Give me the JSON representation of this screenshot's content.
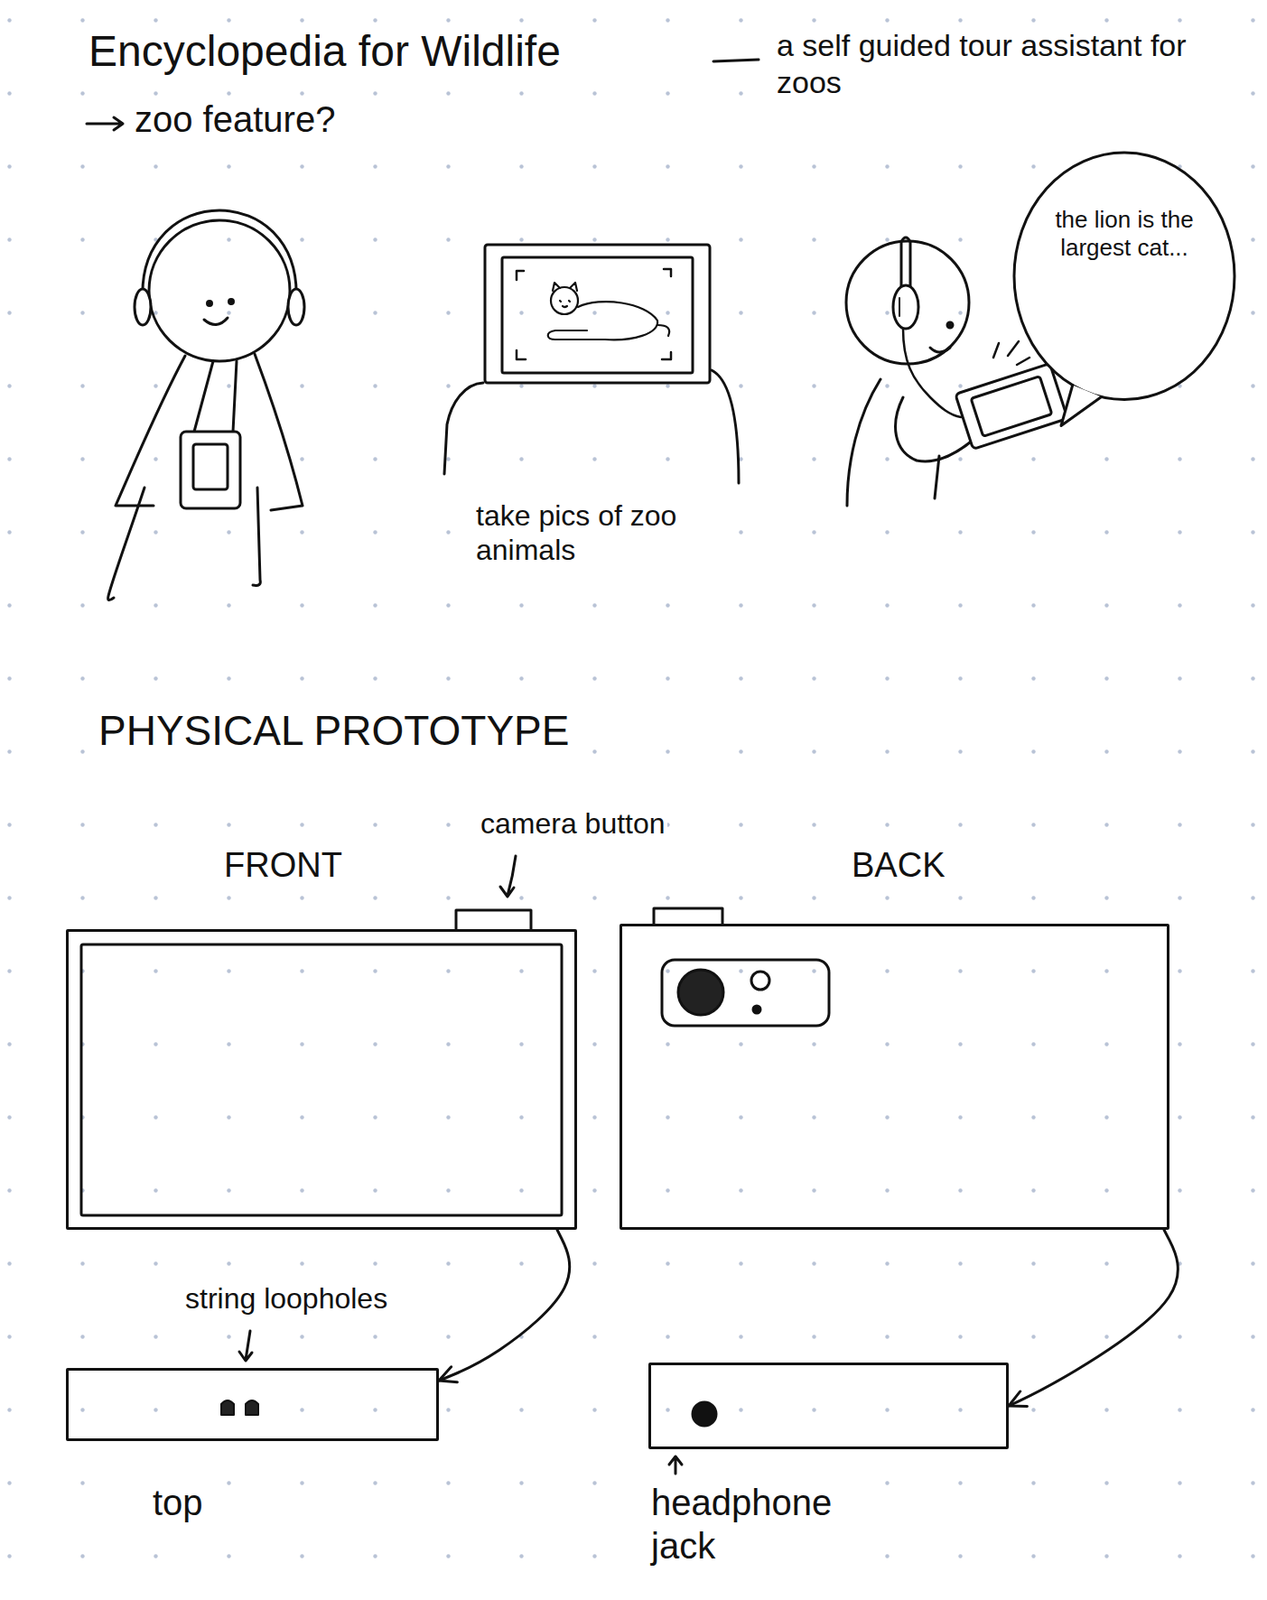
{
  "diagram": {
    "title": "Encyclopedia for Wildlife",
    "nodes": [
      {
        "text": [
          "the lion is the largest cat..."
        ]
      },
      {
        "text": [
          "FRONT"
        ]
      },
      {
        "text": [
          "BACK"
        ]
      },
      {
        "text": [
          "top"
        ]
      },
      {
        "text": [
          "headphone jack"
        ]
      }
    ],
    "edges": [
      {
        "from": 1,
        "to": 3,
        "arrow": "to"
      },
      {
        "from": 2,
        "to": 4,
        "arrow": "to"
      }
    ],
    "labels": [
      "a self guided tour assistant for zoos",
      "zoo feature?",
      "take pics of zoo animals",
      "PHYSICAL PROTOTYPE",
      "camera button",
      "string loopholes"
    ]
  }
}
